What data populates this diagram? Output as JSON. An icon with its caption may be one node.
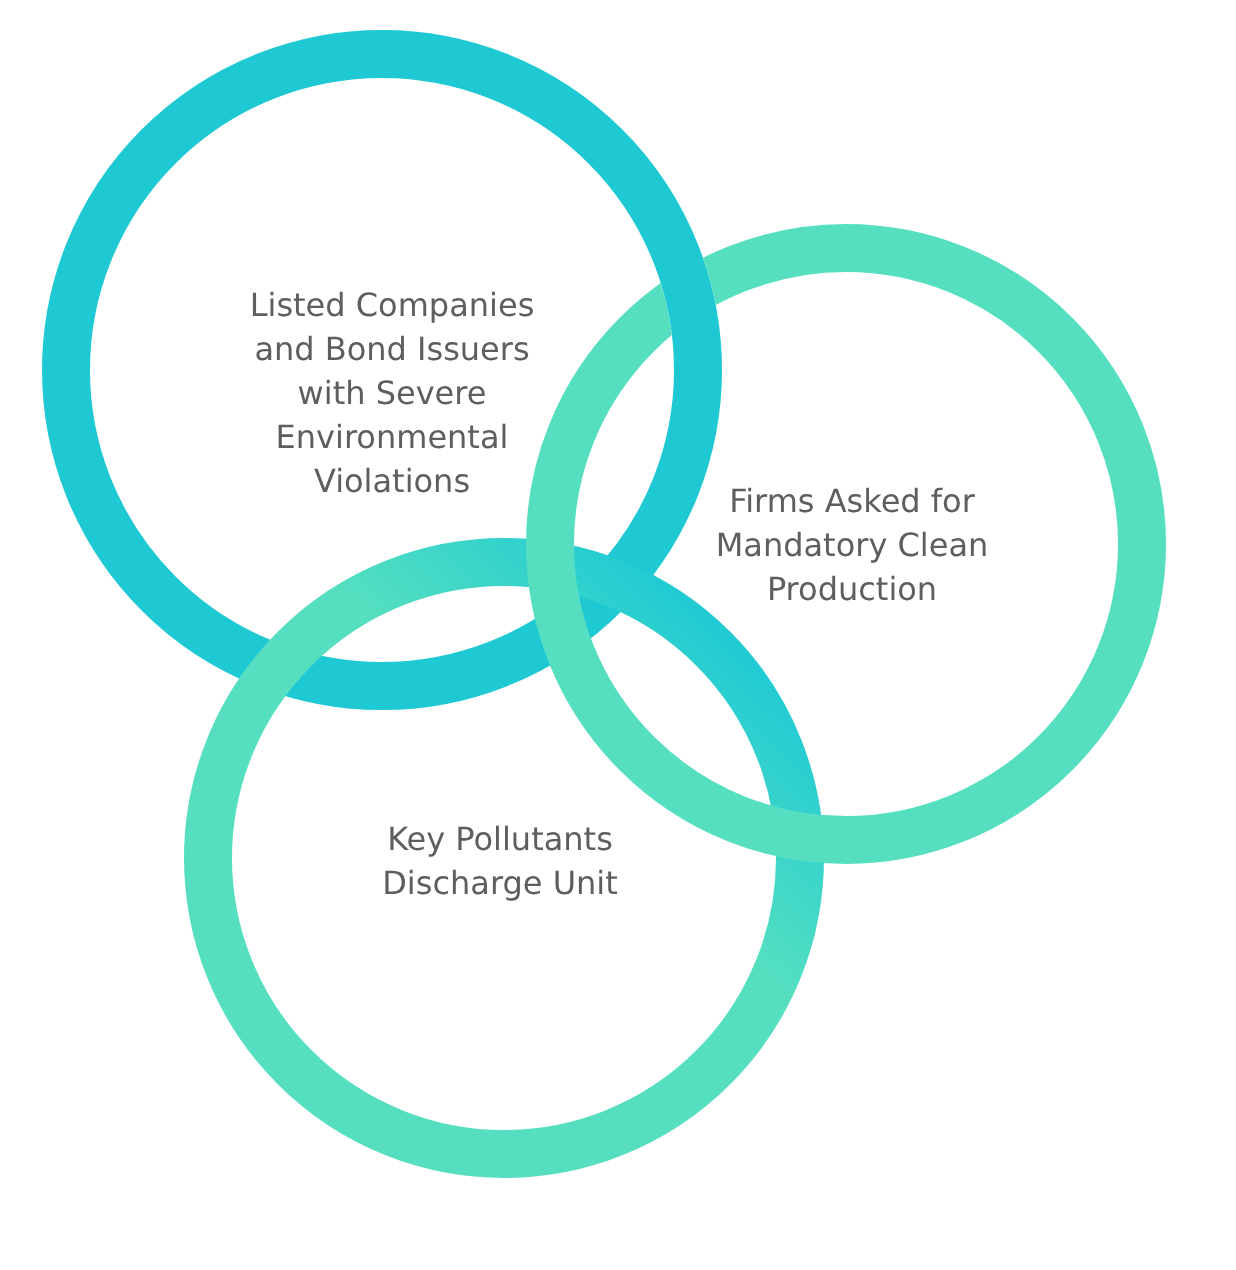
{
  "diagram": {
    "nodes": [
      {
        "text": [
          "Listed Companies and Bond Issuers with Severe Environmental Violations"
        ]
      },
      {
        "text": [
          "Firms Asked for Mandatory Clean Production"
        ]
      },
      {
        "text": [
          "Key Pollutants Discharge Unit"
        ]
      }
    ]
  }
}
